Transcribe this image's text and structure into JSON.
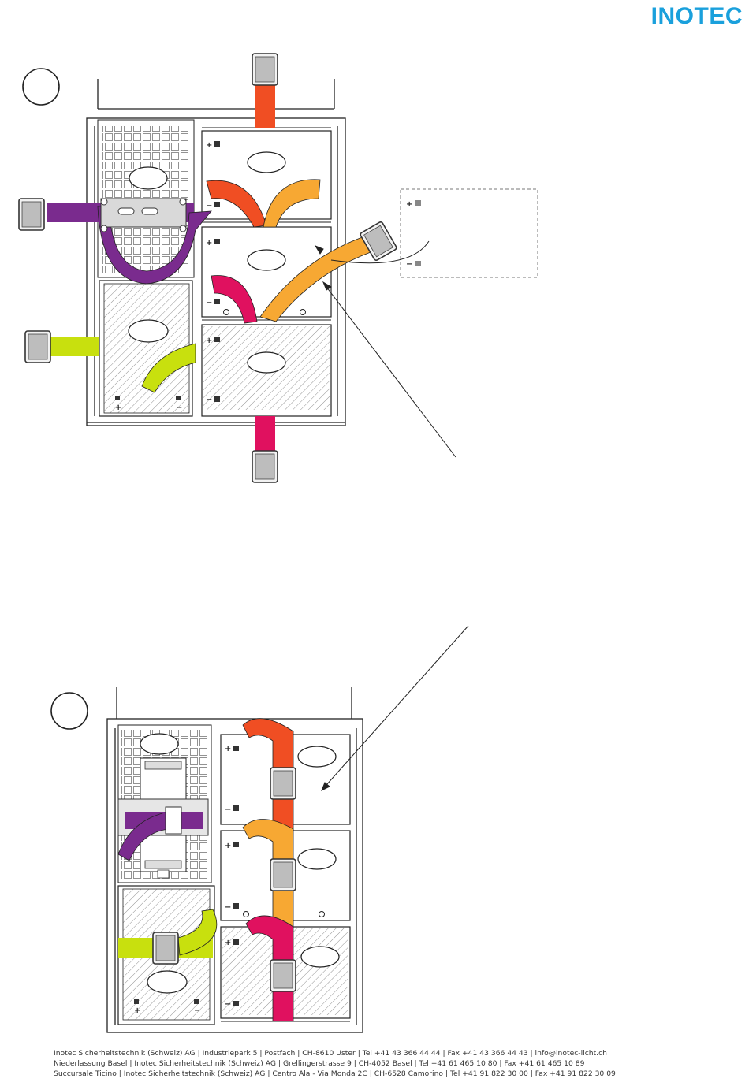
{
  "brand": {
    "name": "INOTEC",
    "color": "#1aa0dc"
  },
  "terminals": {
    "plus": "+",
    "minus": "−"
  },
  "strap_colors": {
    "red": "#f04e23",
    "orange": "#f7a833",
    "crimson": "#e0115f",
    "purple": "#7a2b8e",
    "lime": "#c8e00e",
    "buckle": "#bdbdbd"
  },
  "footer": {
    "line1": "Inotec Sicherheitstechnik (Schweiz) AG | Industriepark 5 | Postfach | CH-8610 Uster | Tel +41 43 366 44 44 | Fax +41 43 366 44 43 | info@inotec-licht.ch",
    "line2": "Niederlassung Basel | Inotec Sicherheitstechnik (Schweiz) AG | Grellingerstrasse 9 | CH-4052 Basel | Tel +41 61 465 10 80 | Fax +41 61 465 10 89",
    "line3": "Succursale Ticino | Inotec Sicherheitstechnik (Schweiz) AG | Centro Ala - Via Monda 2C | CH-6528 Camorino | Tel +41 91 822 30 00 | Fax +41 91 822 30 09"
  }
}
